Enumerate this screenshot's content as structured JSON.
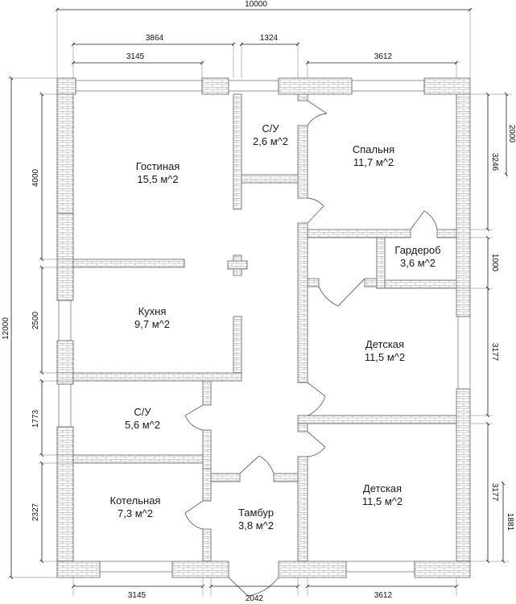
{
  "rooms": {
    "living_name": "Гостиная",
    "living_area": "15,5 м^2",
    "wc1_name": "С/У",
    "wc1_area": "2,6 м^2",
    "bedroom_name": "Спальня",
    "bedroom_area": "11,7 м^2",
    "wardrobe_name": "Гардероб",
    "wardrobe_area": "3,6 м^2",
    "kitchen_name": "Кухня",
    "kitchen_area": "9,7 м^2",
    "kids1_name": "Детская",
    "kids1_area": "11,5 м^2",
    "wc2_name": "С/У",
    "wc2_area": "5,6 м^2",
    "boiler_name": "Котельная",
    "boiler_area": "7,3 м^2",
    "vestibule_name": "Тамбур",
    "vestibule_area": "3,8 м^2",
    "kids2_name": "Детская",
    "kids2_area": "11,5 м^2"
  },
  "dims": {
    "top_total": "10000",
    "top_left_a": "3864",
    "top_mid": "1324",
    "top_left_b": "3145",
    "top_right": "3612",
    "bottom_left": "3145",
    "bottom_mid": "2042",
    "bottom_right": "3612",
    "left_total": "12000",
    "left_a": "4000",
    "left_b": "2500",
    "left_c": "1773",
    "left_d": "2327",
    "right_a": "3246",
    "right_a2": "2000",
    "right_b": "1000",
    "right_c": "3177",
    "right_d": "3177",
    "right_e": "1881"
  }
}
